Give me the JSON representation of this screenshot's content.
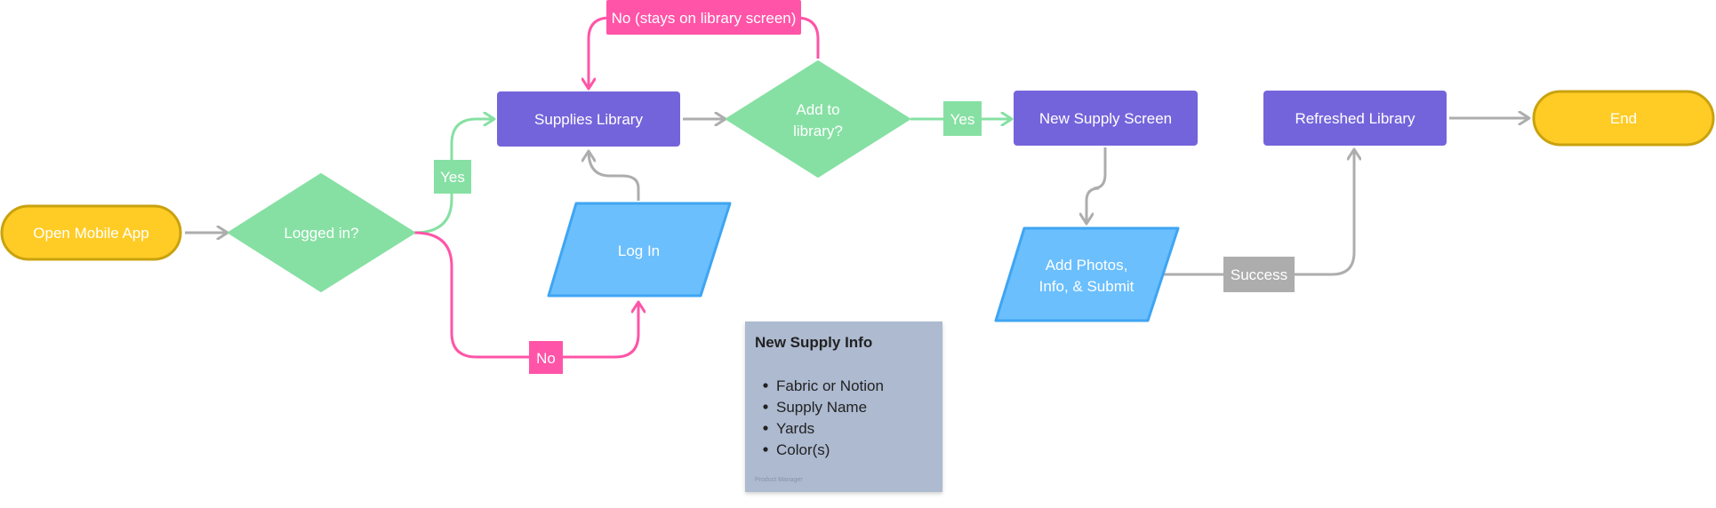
{
  "colors": {
    "terminal": "#FFCC26",
    "terminal_border": "#C9A20E",
    "decision": "#86E0A3",
    "process": "#7464DB",
    "io": "#6BBFFD",
    "io_border": "#3FA5F2",
    "yes": "#86E0A3",
    "no": "#FF54A7",
    "neutral": "#ADADAD",
    "note_bg": "#ADBAD0"
  },
  "nodes": {
    "open_app": {
      "lines": [
        "Open  Mobile App"
      ]
    },
    "logged_in": {
      "lines": [
        "Logged in?"
      ]
    },
    "supplies_library": {
      "lines": [
        "Supplies Library"
      ]
    },
    "log_in": {
      "lines": [
        "Log In"
      ]
    },
    "add_to_library": {
      "lines": [
        "Add to",
        "library?"
      ]
    },
    "new_supply_screen": {
      "lines": [
        "New Supply Screen"
      ]
    },
    "add_photos": {
      "lines": [
        "Add Photos,",
        "Info, & Submit"
      ]
    },
    "refreshed_library": {
      "lines": [
        "Refreshed Library"
      ]
    },
    "end": {
      "lines": [
        "End"
      ]
    }
  },
  "edge_labels": {
    "yes_logged_in": "Yes",
    "no_logged_in": "No",
    "no_stays": "No (stays on library screen)",
    "yes_add": "Yes",
    "success": "Success"
  },
  "note": {
    "title": "New Supply Info",
    "items": [
      "Fabric or Notion",
      "Supply Name",
      "Yards",
      "Color(s)"
    ],
    "footer": "Product Manager"
  }
}
